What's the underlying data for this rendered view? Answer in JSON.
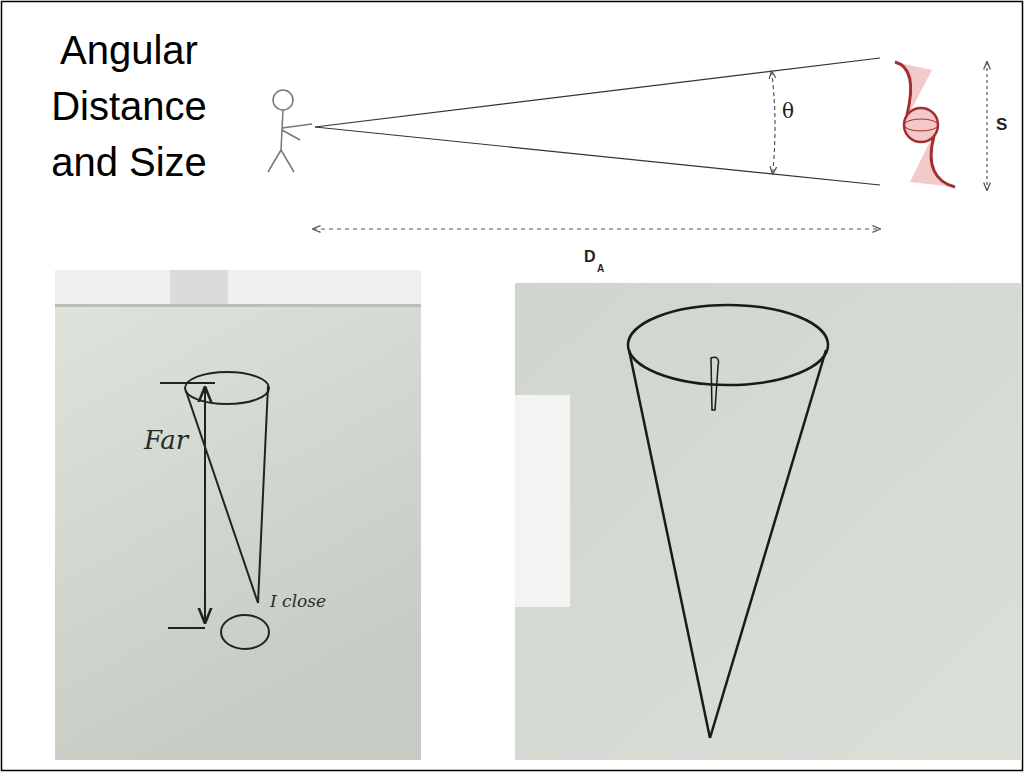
{
  "diagram": {
    "title": "Angular Distance and Size",
    "labels": [
      "θ",
      "S",
      "D",
      "A",
      "Far",
      "I close"
    ]
  }
}
